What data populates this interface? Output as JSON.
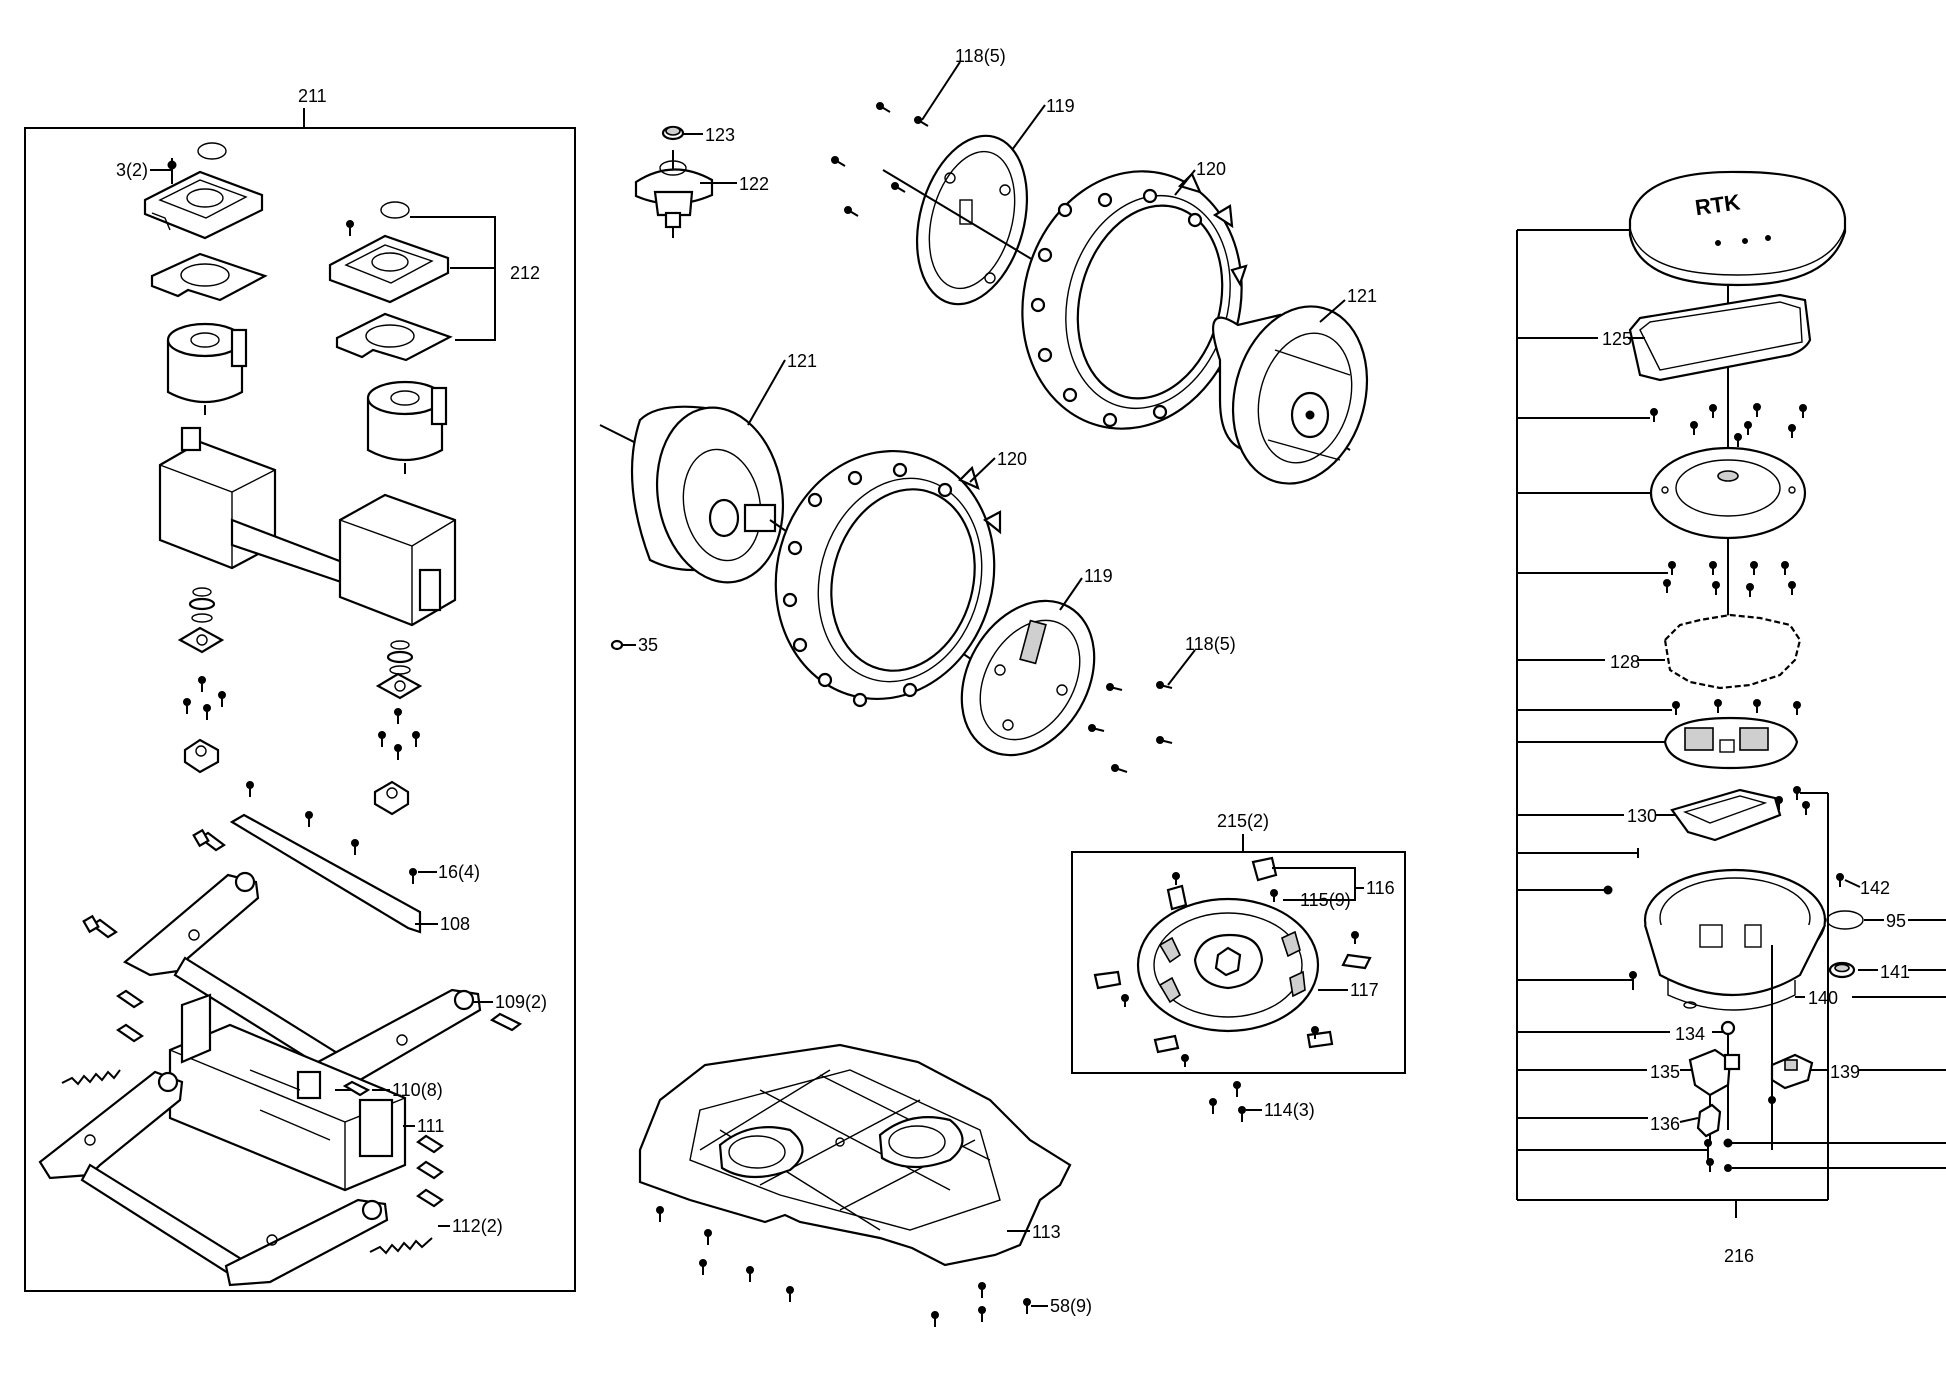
{
  "labels": {
    "l211": "211",
    "l3_2": "3(2)",
    "l212": "212",
    "l16_4": "16(4)",
    "l108": "108",
    "l109_2": "109(2)",
    "l110_8": "110(8)",
    "l111": "111",
    "l112_2": "112(2)",
    "l123": "123",
    "l122": "122",
    "l118_5a": "118(5)",
    "l119a": "119",
    "l120a": "120",
    "l121a": "121",
    "l121b": "121",
    "l120b": "120",
    "l119b": "119",
    "l35": "35",
    "l118_5b": "118(5)",
    "l215_2": "215(2)",
    "l116": "116",
    "l115_9": "115(9)",
    "l117": "117",
    "l114_3": "114(3)",
    "l113": "113",
    "l58_9": "58(9)",
    "rtk": "RTK",
    "l125": "125",
    "l128": "128",
    "l130": "130",
    "l142": "142",
    "l95": "95",
    "l141": "141",
    "l140": "140",
    "l134": "134",
    "l135": "135",
    "l139": "139",
    "l136": "136",
    "l216": "216"
  }
}
